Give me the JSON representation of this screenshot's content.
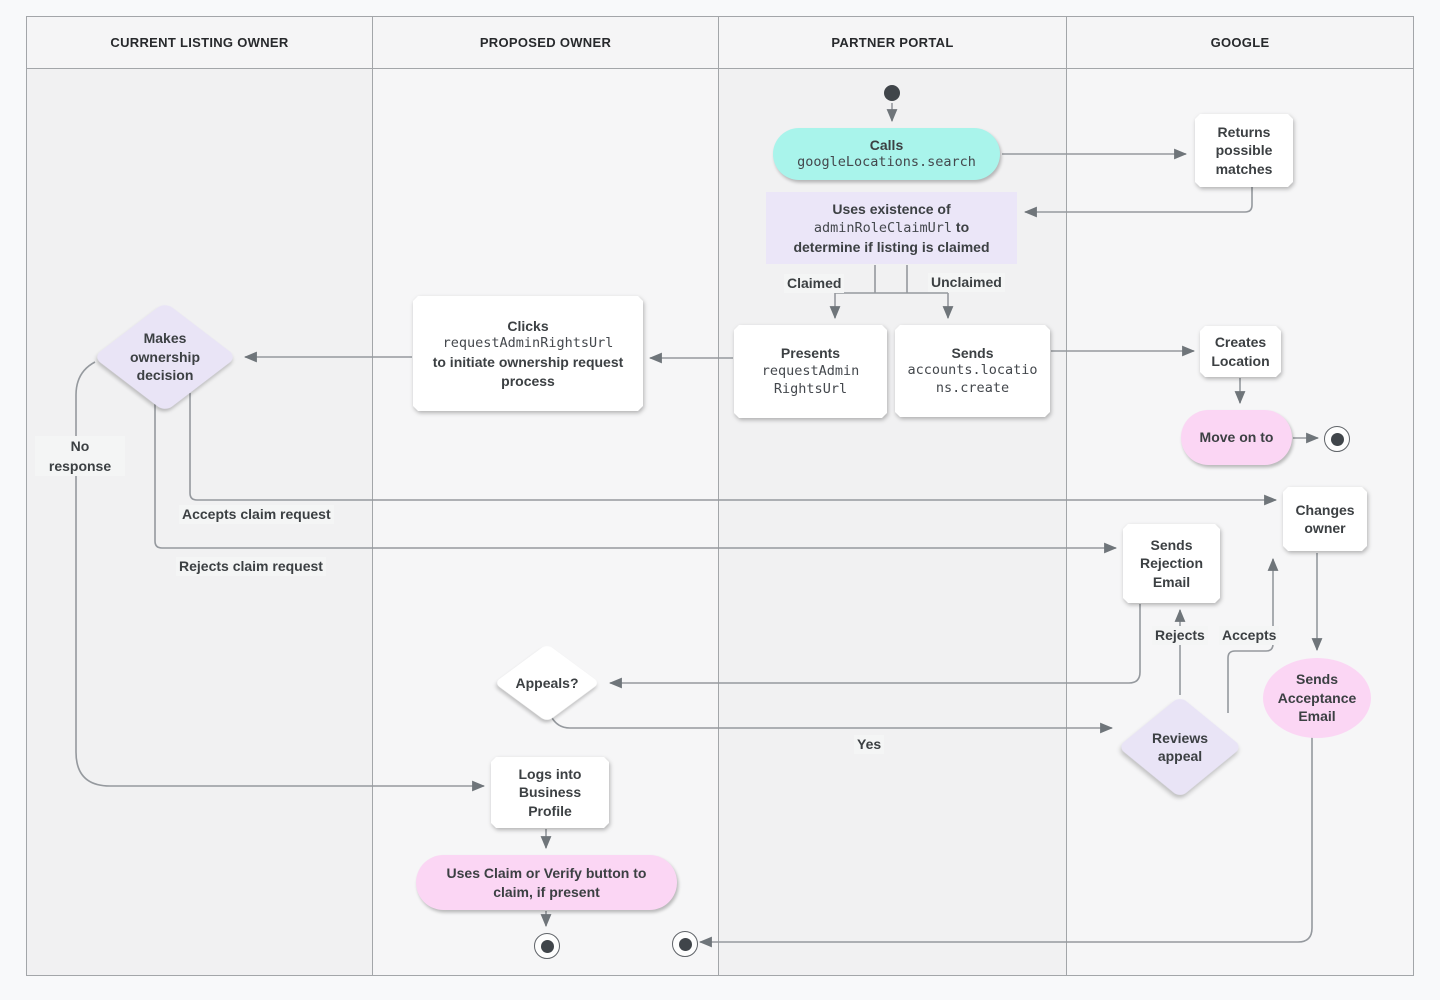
{
  "lanes": [
    {
      "title": "CURRENT LISTING OWNER"
    },
    {
      "title": "PROPOSED OWNER"
    },
    {
      "title": "PARTNER PORTAL"
    },
    {
      "title": "GOOGLE"
    }
  ],
  "nodes": {
    "calls": {
      "label": "Calls",
      "code": "googleLocations.search"
    },
    "returns_matches": {
      "label": "Returns possible matches"
    },
    "uses_existence": {
      "l1": "Uses existence of",
      "code": "adminRoleClaimUrl",
      "l2": "to",
      "l3": "determine if listing is claimed"
    },
    "presents": {
      "label": "Presents",
      "code": "requestAdminRightsUrl"
    },
    "sends_create": {
      "label": "Sends",
      "code": "accounts.locations.create"
    },
    "clicks": {
      "label": "Clicks",
      "code": "requestAdminRightsUrl",
      "rest": "to initiate ownership request process"
    },
    "makes_decision": {
      "label": "Makes ownership decision"
    },
    "creates_location": {
      "label": "Creates Location"
    },
    "move_on": {
      "label": "Move on to"
    },
    "changes_owner": {
      "label": "Changes owner"
    },
    "sends_rejection": {
      "label": "Sends Rejection Email"
    },
    "appeals": {
      "label": "Appeals?"
    },
    "reviews_appeal": {
      "label": "Reviews appeal"
    },
    "sends_acceptance": {
      "label": "Sends Acceptance Email"
    },
    "logs_in": {
      "label": "Logs into Business Profile"
    },
    "uses_claim": {
      "label": "Uses Claim or Verify button to claim, if present"
    }
  },
  "edge_labels": {
    "claimed": "Claimed",
    "unclaimed": "Unclaimed",
    "accepts_claim": "Accepts claim request",
    "rejects_claim": "Rejects claim request",
    "no_response": "No response",
    "yes": "Yes",
    "rejects": "Rejects",
    "accepts": "Accepts"
  },
  "colors": {
    "accent_teal": "#a9f4eb",
    "accent_pink": "#fbd6f4",
    "accent_purple": "#e9e4f6",
    "line_gray": "#95999e",
    "text_dark": "#3c4043"
  }
}
